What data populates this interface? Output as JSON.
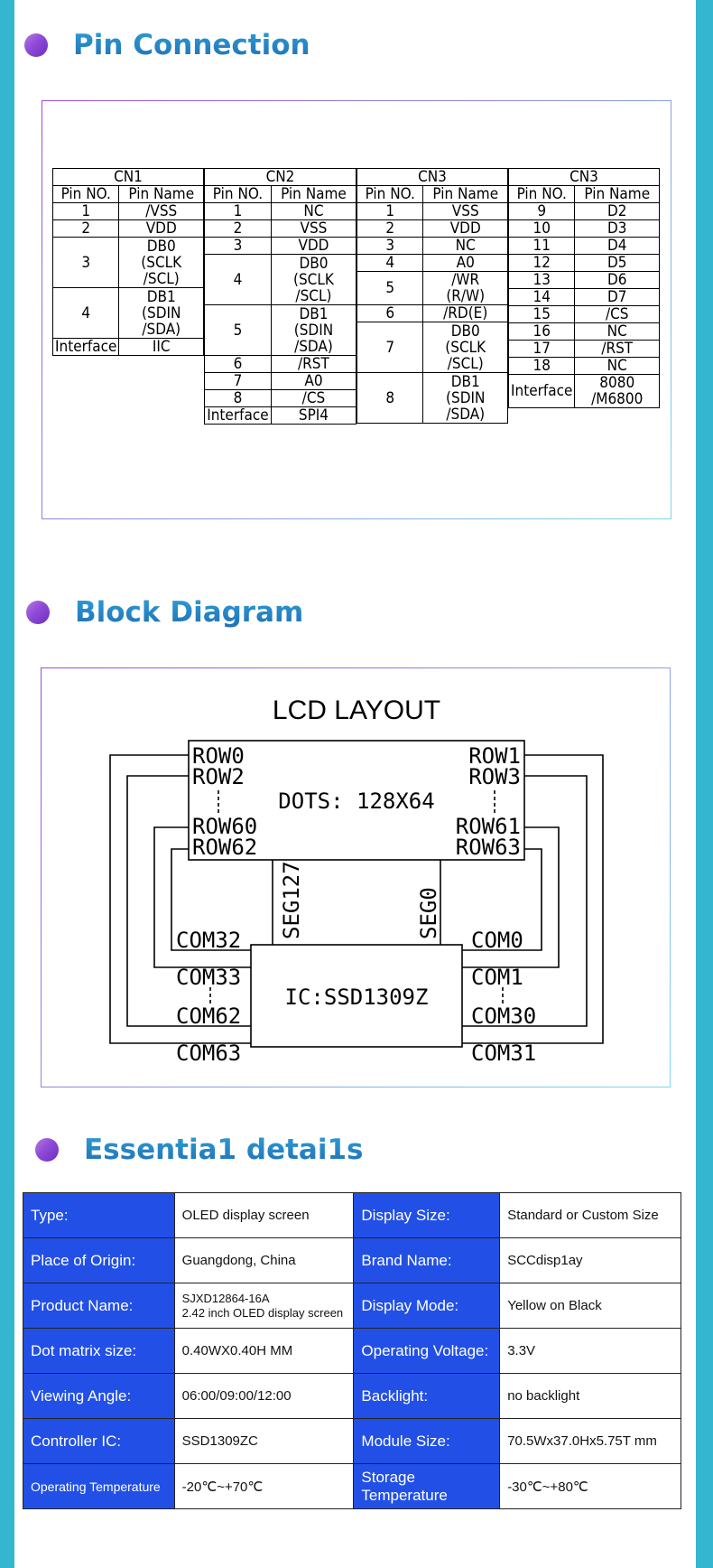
{
  "sections": {
    "pin": "Pin Connection",
    "block": "Block Diagram",
    "details": "Essentia1 detai1s"
  },
  "pin_table": {
    "cn1": "CN1",
    "cn2": "CN2",
    "cn3a": "CN3",
    "cn3b": "CN3",
    "pin_no": "Pin NO.",
    "pin_name": "Pin Name",
    "cn1_rows": [
      [
        "1",
        "/VSS"
      ],
      [
        "2",
        "VDD"
      ],
      [
        "3",
        "DB0\n(SCLK\n/SCL)"
      ],
      [
        "4",
        "DB1\n(SDIN\n/SDA)"
      ],
      [
        "Interface",
        "IIC"
      ]
    ],
    "cn2_rows": [
      [
        "1",
        "NC"
      ],
      [
        "2",
        "VSS"
      ],
      [
        "3",
        "VDD"
      ],
      [
        "4",
        "DB0\n(SCLK\n/SCL)"
      ],
      [
        "5",
        "DB1\n(SDIN\n/SDA)"
      ],
      [
        "6",
        "/RST"
      ],
      [
        "7",
        "A0"
      ],
      [
        "8",
        "/CS"
      ],
      [
        "Interface",
        "SPI4"
      ]
    ],
    "cn3_rows": [
      [
        "1",
        "VSS"
      ],
      [
        "2",
        "VDD"
      ],
      [
        "3",
        "NC"
      ],
      [
        "4",
        "A0"
      ],
      [
        "5",
        "/WR\n(R/W)"
      ],
      [
        "6",
        "/RD(E)"
      ],
      [
        "7",
        "DB0\n(SCLK\n/SCL)"
      ],
      [
        "8",
        "DB1\n(SDIN\n/SDA)"
      ]
    ],
    "cn4_rows": [
      [
        "9",
        "D2"
      ],
      [
        "10",
        "D3"
      ],
      [
        "11",
        "D4"
      ],
      [
        "12",
        "D5"
      ],
      [
        "13",
        "D6"
      ],
      [
        "14",
        "D7"
      ],
      [
        "15",
        "/CS"
      ],
      [
        "16",
        "NC"
      ],
      [
        "17",
        "/RST"
      ],
      [
        "18",
        "NC"
      ],
      [
        "Interface",
        "8080\n/M6800"
      ]
    ]
  },
  "block_diagram": {
    "title": "LCD  LAYOUT",
    "row0": "ROW0",
    "row2": "ROW2",
    "row60": "ROW60",
    "row62": "ROW62",
    "row1": "ROW1",
    "row3": "ROW3",
    "row61": "ROW61",
    "row63": "ROW63",
    "dots": "DOTS:  128X64",
    "seg127": "SEG127",
    "seg0": "SEG0",
    "com32": "COM32",
    "com33": "COM33",
    "com62": "COM62",
    "com63": "COM63",
    "com0": "COM0",
    "com1": "COM1",
    "com30": "COM30",
    "com31": "COM31",
    "ic": "IC:SSD1309Z"
  },
  "details": [
    [
      "Type:",
      "OLED display screen",
      "Display Size:",
      "Standard or Custom Size"
    ],
    [
      "Place of  Origin:",
      "Guangdong, China",
      "Brand Name:",
      "SCCdisp1ay"
    ],
    [
      "Product Name:",
      "SJXD12864-16A\n2.42 inch OLED display screen",
      "Display Mode:",
      "Yellow on Black"
    ],
    [
      "Dot matrix size:",
      "0.40WX0.40H  MM",
      "Operating Voltage:",
      "3.3V"
    ],
    [
      "Viewing Angle:",
      "06:00/09:00/12:00",
      "Backlight:",
      "no backlight"
    ],
    [
      "Controller IC:",
      "SSD1309ZC",
      "Module Size:",
      "70.5Wx37.0Hx5.75T mm"
    ],
    [
      "Operating Temperature",
      "-20℃~+70℃",
      "Storage  Temperature",
      "-30℃~+80℃"
    ]
  ]
}
